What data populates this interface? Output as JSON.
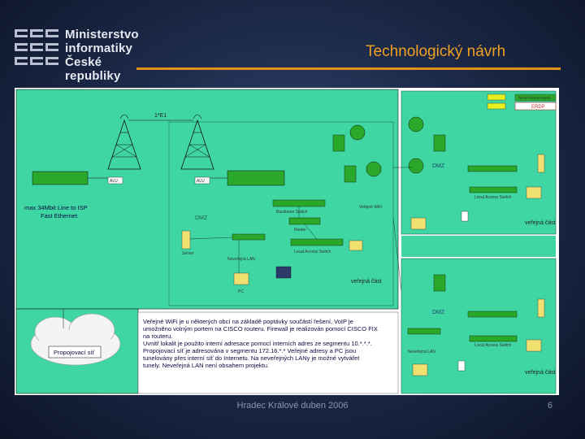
{
  "header": {
    "ministry_line1": "Ministerstvo",
    "ministry_line2": "informatiky",
    "ministry_line3": "České republiky",
    "title": "Technologický návrh"
  },
  "diagram": {
    "legend_item1": "Nové financovaný",
    "legend_item2": "ERDP",
    "link_label_1e1": "1*E1",
    "isp_line": "max 34Mbit Line to ISP",
    "isp_line2": "Fast Ethernet",
    "dmz_left": "DMZ",
    "dmz_right_top": "DMZ",
    "dmz_right_bottom": "DMZ",
    "backbone_switch": "Backbone Switch",
    "router": "Router",
    "local_access_switch": "Local Access Switch",
    "verejna_lan": "Neveřejná LAN",
    "server": "Server",
    "pc": "PC",
    "verejna_cast_left": "veřejná část",
    "verejna_cast_right_top": "veřejná část",
    "verejna_cast_right_bottom": "veřejná část",
    "verejne_wifi": "Veřejné WiFi",
    "cloud_label": "Propojovací síť",
    "alu_label": "ALU",
    "note": [
      "Veřejné WiFi je u některých obcí na základě poptávky součástí řešení, VoIP je",
      "umožněno volným portem na CISCO routeru. Firewall je realizován pomocí CISCO FIX",
      "na routeru.",
      "Uvnitř lokalit je použito interní adresace pomocí interních adres ze segmentu 10.*.*.*.",
      "Propojovací síť je adresována v segmentu 172.16.*.* Veřejné adresy a PC jsou",
      "tunelovány přes interní síť do Internetu. Na neveřejných LANy je možné vytvářet",
      "tunely. Neveřejná LAN není obsahem projektu."
    ]
  },
  "footer": {
    "location_date": "Hradec Králové duben 2006",
    "page_number": "6"
  },
  "colors": {
    "background": "#1e2c4d",
    "title": "#f0a020",
    "diagram_green": "#3fd6a4",
    "device_green": "#2aa82a"
  }
}
